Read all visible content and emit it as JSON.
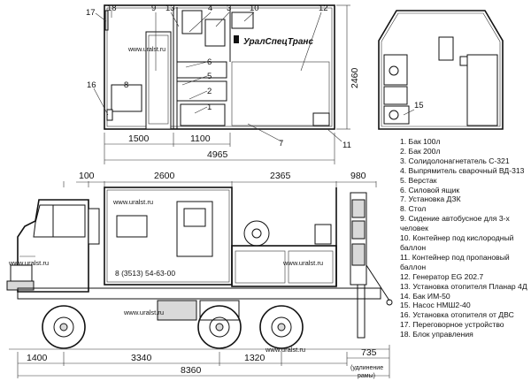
{
  "top_view": {
    "dims": {
      "d1500": "1500",
      "d1100": "1100",
      "d4965": "4965",
      "d2460": "2460"
    },
    "callouts": [
      "17",
      "18",
      "9",
      "13",
      "4",
      "3",
      "10",
      "12",
      "16",
      "8",
      "6",
      "5",
      "2",
      "1",
      "7",
      "11"
    ],
    "site_text": "www.uralst.ru",
    "brand": "УралСпецТранс"
  },
  "end_view": {
    "callout": "15"
  },
  "side_view": {
    "dims_top": {
      "d100": "100",
      "d2600": "2600",
      "d2365": "2365",
      "d980": "980"
    },
    "dims_bottom": {
      "d1400": "1400",
      "d3340": "3340",
      "d1320": "1320",
      "d735": "735",
      "d8360": "8360"
    },
    "note_line1": "(удлинение",
    "note_line2": "рамы)",
    "phone": "8 (3513) 54-63-00",
    "site_texts": [
      "www.uralst.ru",
      "www.uralst.ru",
      "www.uralst.ru",
      "www.uralst.ru",
      "www.uralst.ru"
    ]
  },
  "legend": [
    "1. Бак 100л",
    "2. Бак 200л",
    "3. Солидолонагнетатель С-321",
    "4. Выпрямитель сварочный ВД-313",
    "5. Верстак",
    "6. Силовой ящик",
    "7. Установка ДЗК",
    "8. Стол",
    "9. Сидение автобусное для 3-х человек",
    "10. Контейнер под кислородный баллон",
    "11. Контейнер под пропановый баллон",
    "12. Генератор EG 202.7",
    "13. Установка отопителя Планар 4Д",
    "14. Бак ИМ-50",
    "15. Насос НМШ2-40",
    "16. Установка отопителя от ДВС",
    "17. Переговорное устройство",
    "18. Блок управления"
  ]
}
